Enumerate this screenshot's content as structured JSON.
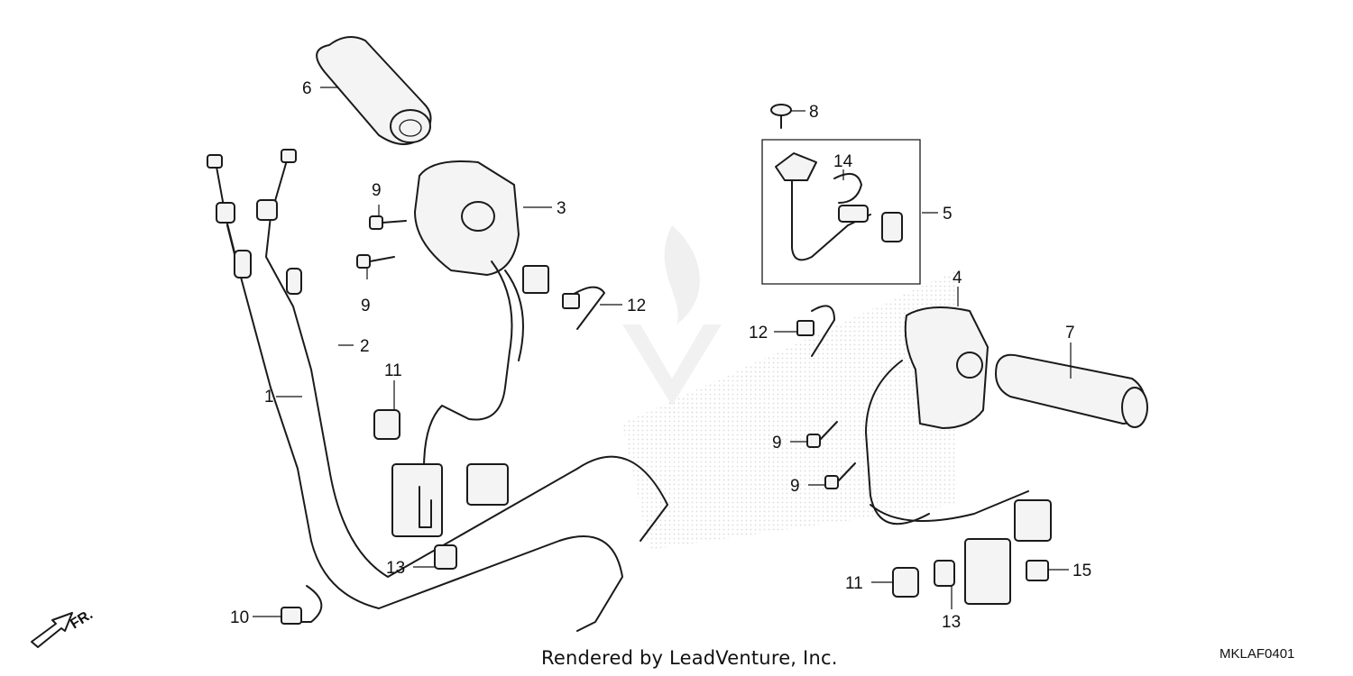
{
  "diagram": {
    "callouts": [
      {
        "id": "c1",
        "label": "1"
      },
      {
        "id": "c2",
        "label": "2"
      },
      {
        "id": "c3",
        "label": "3"
      },
      {
        "id": "c4",
        "label": "4"
      },
      {
        "id": "c5",
        "label": "5"
      },
      {
        "id": "c6",
        "label": "6"
      },
      {
        "id": "c7",
        "label": "7"
      },
      {
        "id": "c8",
        "label": "8"
      },
      {
        "id": "c9a",
        "label": "9"
      },
      {
        "id": "c9b",
        "label": "9"
      },
      {
        "id": "c9c",
        "label": "9"
      },
      {
        "id": "c9d",
        "label": "9"
      },
      {
        "id": "c10",
        "label": "10"
      },
      {
        "id": "c11a",
        "label": "11"
      },
      {
        "id": "c11b",
        "label": "11"
      },
      {
        "id": "c12a",
        "label": "12"
      },
      {
        "id": "c12b",
        "label": "12"
      },
      {
        "id": "c13a",
        "label": "13"
      },
      {
        "id": "c13b",
        "label": "13"
      },
      {
        "id": "c14",
        "label": "14"
      },
      {
        "id": "c15",
        "label": "15"
      }
    ],
    "direction_label": "FR.",
    "footer_credit": "Rendered by LeadVenture, Inc.",
    "diagram_code": "MKLAF0401"
  }
}
